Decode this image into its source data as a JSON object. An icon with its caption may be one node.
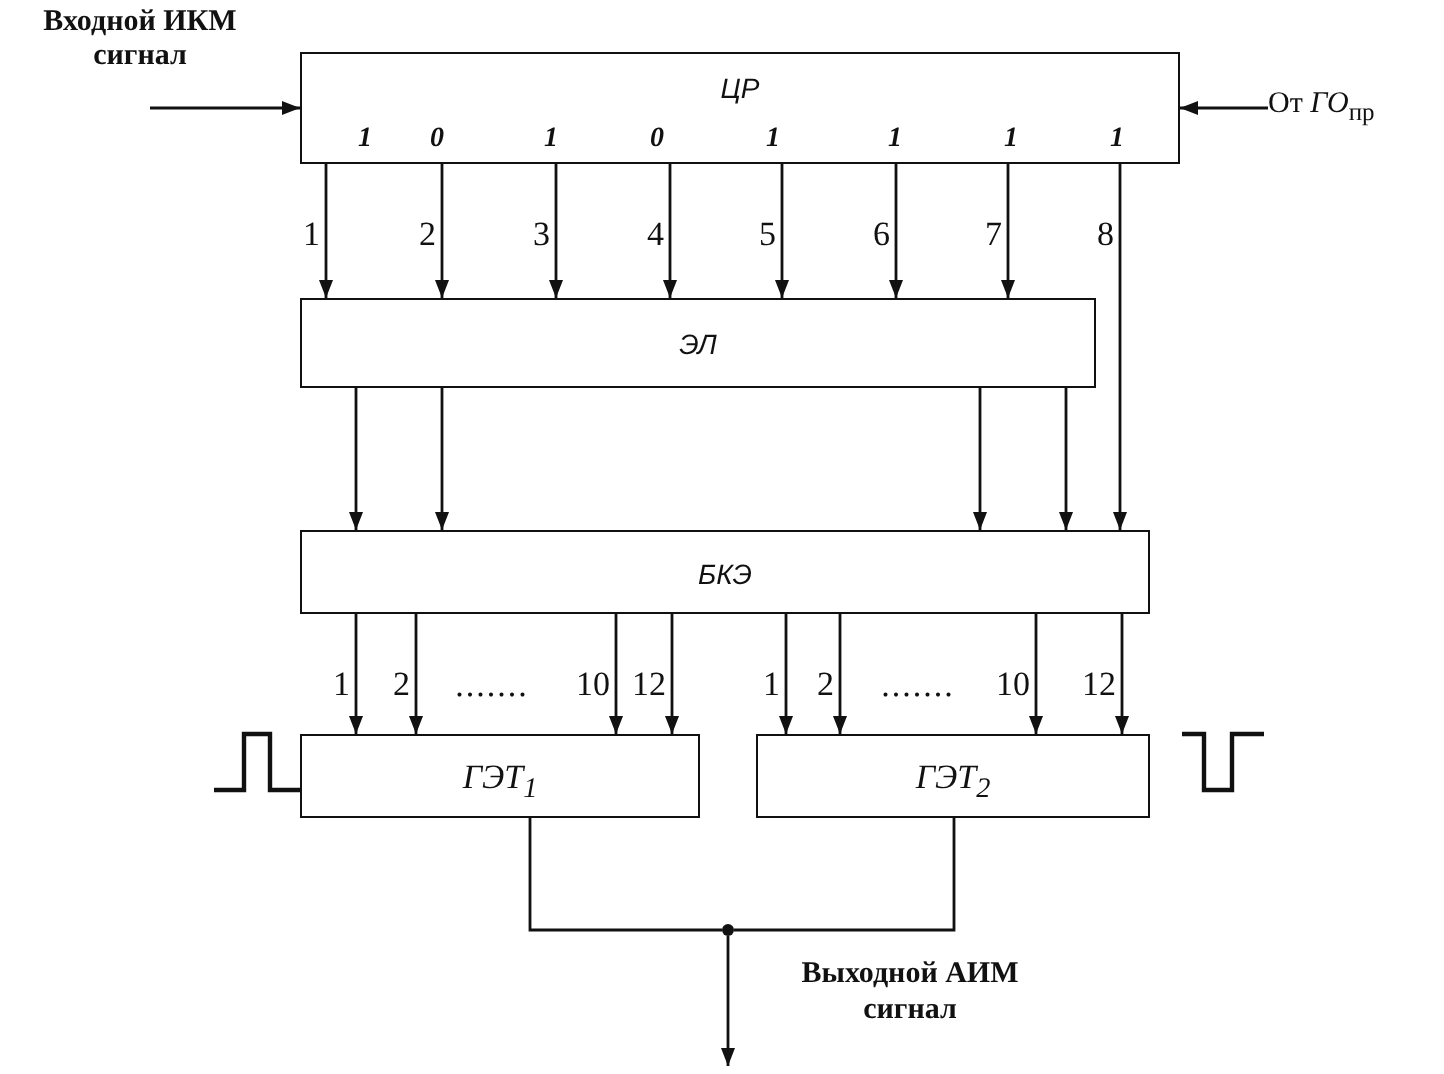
{
  "diagram": {
    "nodes": [
      {
        "text": [
          "Входной ИКМ сигнал"
        ]
      },
      {
        "text": [
          "ЦР",
          "1",
          "0",
          "1",
          "0",
          "1",
          "1",
          "1",
          "1"
        ]
      },
      {
        "text": [
          "От *ГО*$_{пр}$"
        ]
      },
      {
        "text": [
          "ЭЛ"
        ]
      },
      {
        "text": [
          "БКЭ"
        ]
      },
      {
        "text": [
          "ГЭТ$_{1}$"
        ]
      },
      {
        "text": [
          "ГЭТ$_{2}$"
        ]
      },
      {
        "text": [],
        "shape": "circle"
      }
    ],
    "edges": [
      {
        "from": 0,
        "to": 1,
        "arrow": "to"
      },
      {
        "from": 2,
        "to": 1,
        "arrow": "to"
      },
      {
        "from": 1,
        "to": 3,
        "arrow": "to",
        "label": "1"
      },
      {
        "from": 1,
        "to": 3,
        "arrow": "to",
        "label": "2"
      },
      {
        "from": 1,
        "to": 3,
        "arrow": "to",
        "label": "3"
      },
      {
        "from": 1,
        "to": 3,
        "arrow": "to",
        "label": "4"
      },
      {
        "from": 1,
        "to": 3,
        "arrow": "to",
        "label": "5"
      },
      {
        "from": 1,
        "to": 3,
        "arrow": "to",
        "label": "6"
      },
      {
        "from": 1,
        "to": 3,
        "arrow": "to",
        "label": "7"
      },
      {
        "from": 1,
        "to": 4,
        "arrow": "to",
        "label": "8"
      },
      {
        "from": 3,
        "to": 4,
        "arrow": "to"
      },
      {
        "from": 3,
        "to": 4,
        "arrow": "to"
      },
      {
        "from": 3,
        "to": 4,
        "arrow": "to"
      },
      {
        "from": 3,
        "to": 4,
        "arrow": "to"
      },
      {
        "from": 4,
        "to": 5,
        "arrow": "to",
        "label": "1"
      },
      {
        "from": 4,
        "to": 5,
        "arrow": "to",
        "label": "2"
      },
      {
        "from": 4,
        "to": 5,
        "arrow": "to",
        "label": "10"
      },
      {
        "from": 4,
        "to": 5,
        "arrow": "to",
        "label": "12"
      },
      {
        "from": 4,
        "to": 6,
        "arrow": "to",
        "label": "1"
      },
      {
        "from": 4,
        "to": 6,
        "arrow": "to",
        "label": "2"
      },
      {
        "from": 4,
        "to": 6,
        "arrow": "to",
        "label": "10"
      },
      {
        "from": 4,
        "to": 6,
        "arrow": "to",
        "label": "12"
      },
      {
        "from": 5,
        "to": 7,
        "arrow": "none"
      },
      {
        "from": 6,
        "to": 7,
        "arrow": "none"
      },
      {
        "from": 7,
        "to": null,
        "arrow": "to"
      }
    ],
    "labels": [
      ".......",
      ".......",
      "Выходной АИМ сигнал"
    ]
  }
}
